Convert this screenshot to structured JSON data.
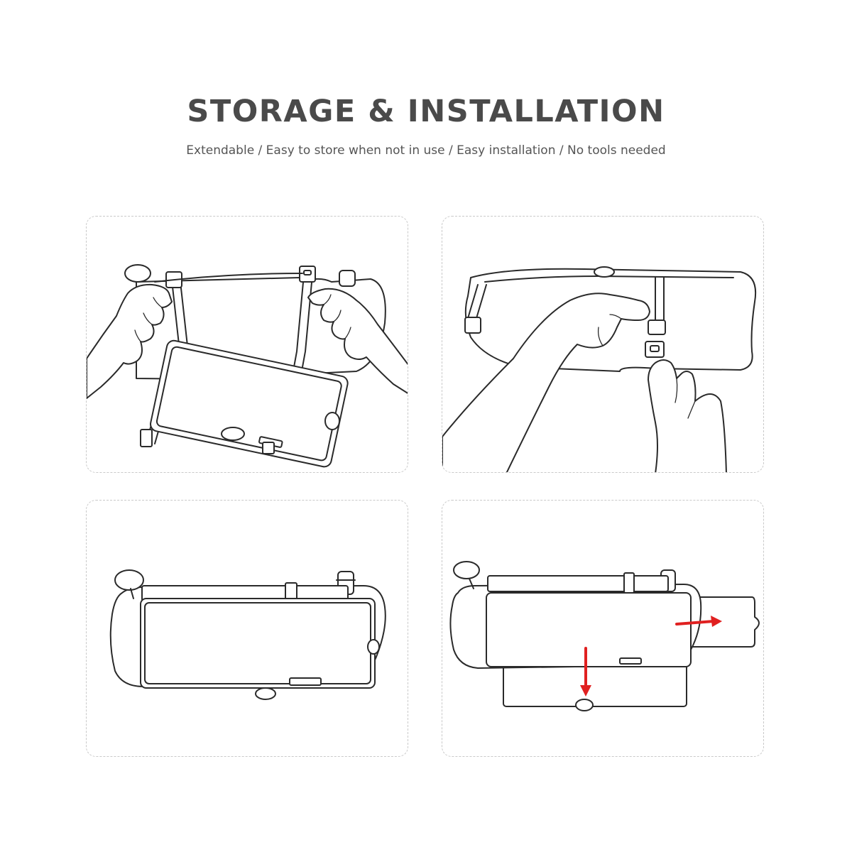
{
  "header": {
    "title": "STORAGE & INSTALLATION",
    "subtitle": "Extendable / Easy to store when not in use / Easy installation / No tools needed"
  },
  "colors": {
    "title": "#4a4a4a",
    "line_art": "#2a2a2a",
    "arrow": "#e02020",
    "panel_border": "#c9c9c9"
  },
  "panels": [
    {
      "step": "hands-fasten-straps-to-car-visor"
    },
    {
      "step": "hands-buckle-strap-clip"
    },
    {
      "step": "extender-stored-on-visor"
    },
    {
      "step": "extender-panels-slide-out"
    }
  ]
}
